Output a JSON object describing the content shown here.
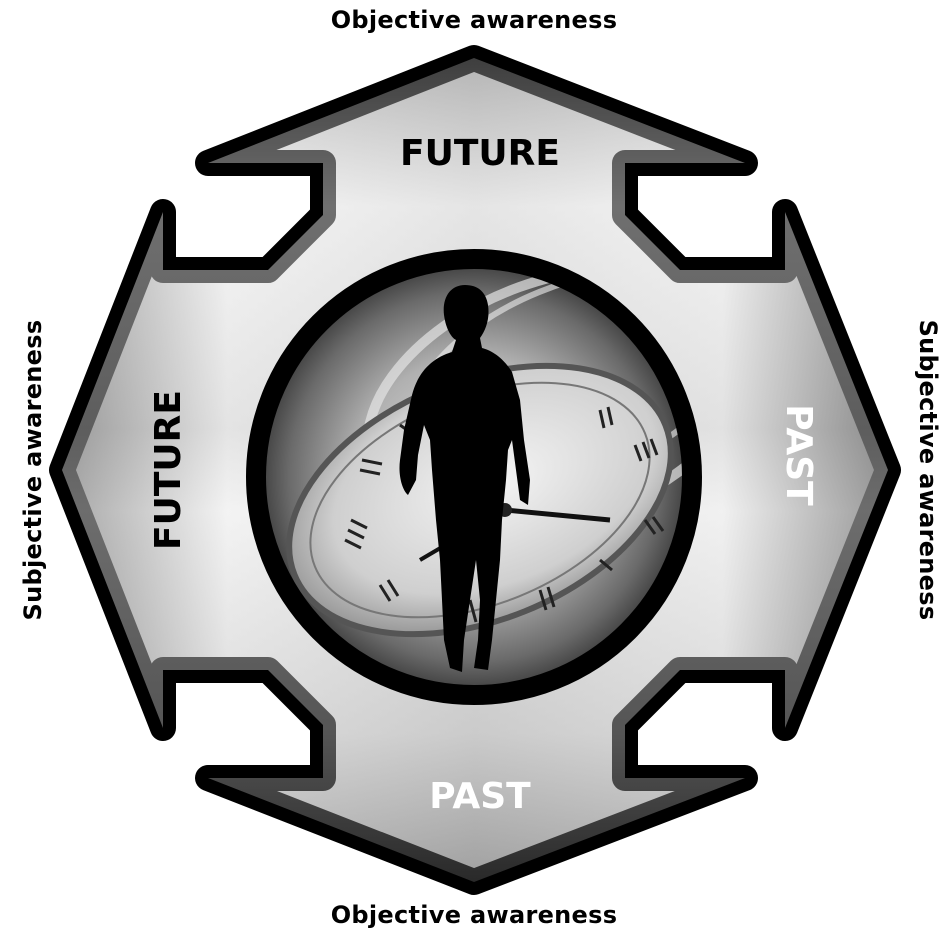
{
  "labels": {
    "top": "Objective awareness",
    "bottom": "Objective awareness",
    "left": "Subjective awareness",
    "right": "Subjective awareness"
  },
  "arrows": {
    "up": "FUTURE",
    "left": "FUTURE",
    "right": "PAST",
    "down": "PAST"
  },
  "colors": {
    "outline": "#000000",
    "future_text": "#000000",
    "past_text": "#ffffff",
    "metal_light": "#f4f4f4",
    "metal_dark": "#6a6a6a"
  },
  "center_image": "silhouette of a walking person in front of a clock with roman numerals"
}
